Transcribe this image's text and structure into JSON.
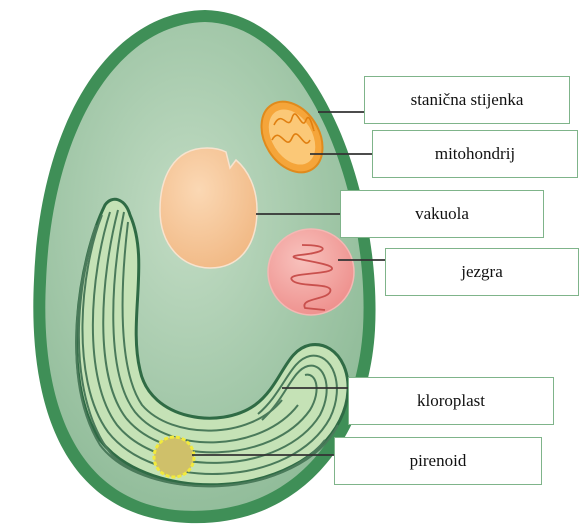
{
  "labels": {
    "cell_wall": "stanična stijenka",
    "mitochondrion": "mitohondrij",
    "vacuole": "vakuola",
    "nucleus": "jezgra",
    "chloroplast": "kloroplast",
    "pyrenoid": "pirenoid"
  },
  "colors": {
    "cell_wall": "#3f8f57",
    "cytoplasm": "#a7ccae",
    "chloroplast_fill": "#c5e2b6",
    "chloroplast_lines": "#4a7a5a",
    "vacuole": "#f6c79d",
    "nucleus": "#f2a3a0",
    "mitochondrion": "#f5a53a",
    "pyrenoid": "#e8e05a",
    "leader_line": "#333333",
    "box_border": "#7fb48a"
  }
}
